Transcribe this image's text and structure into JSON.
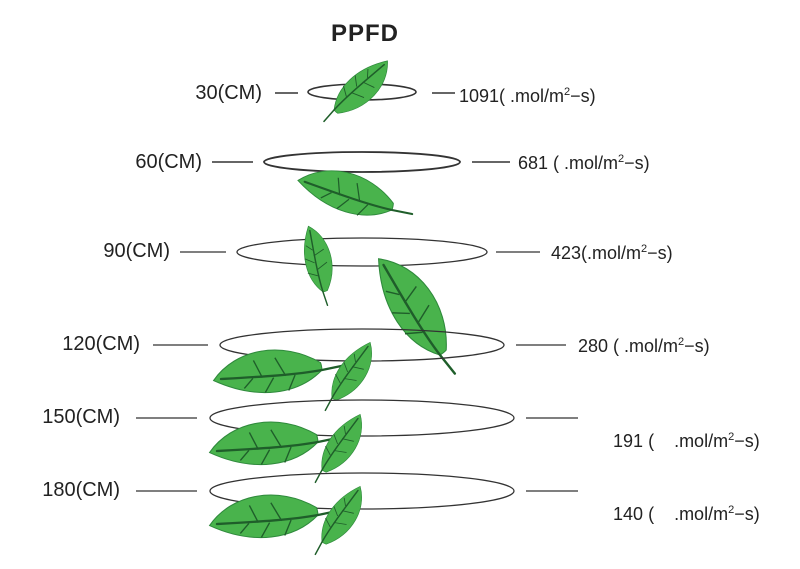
{
  "title": "PPFD",
  "rows": [
    {
      "height": "30(CM)",
      "value": "1091",
      "open": "( ",
      "unit_base": ".mol/m",
      "unit_exp": "2",
      "unit_tail": "−s)"
    },
    {
      "height": "60(CM)",
      "value": "681",
      "open": " ( ",
      "unit_base": ".mol/m",
      "unit_exp": "2",
      "unit_tail": "−s)"
    },
    {
      "height": "90(CM)",
      "value": "423",
      "open": "(",
      "unit_base": ".mol/m",
      "unit_exp": "2",
      "unit_tail": "−s)"
    },
    {
      "height": "120(CM)",
      "value": "280",
      "open": " ( ",
      "unit_base": ".mol/m",
      "unit_exp": "2",
      "unit_tail": "−s)"
    },
    {
      "height": "150(CM)",
      "value": "191",
      "open": " (    ",
      "unit_base": ".mol/m",
      "unit_exp": "2",
      "unit_tail": "−s)"
    },
    {
      "height": "180(CM)",
      "value": "140",
      "open": " (    ",
      "unit_base": ".mol/m",
      "unit_exp": "2",
      "unit_tail": "−s)"
    }
  ],
  "colors": {
    "leaf_fill": "#49b34c",
    "leaf_vein": "#1f5e2a",
    "ring": "#333333",
    "text": "#222222"
  },
  "icons": [
    "leaf-icon"
  ]
}
